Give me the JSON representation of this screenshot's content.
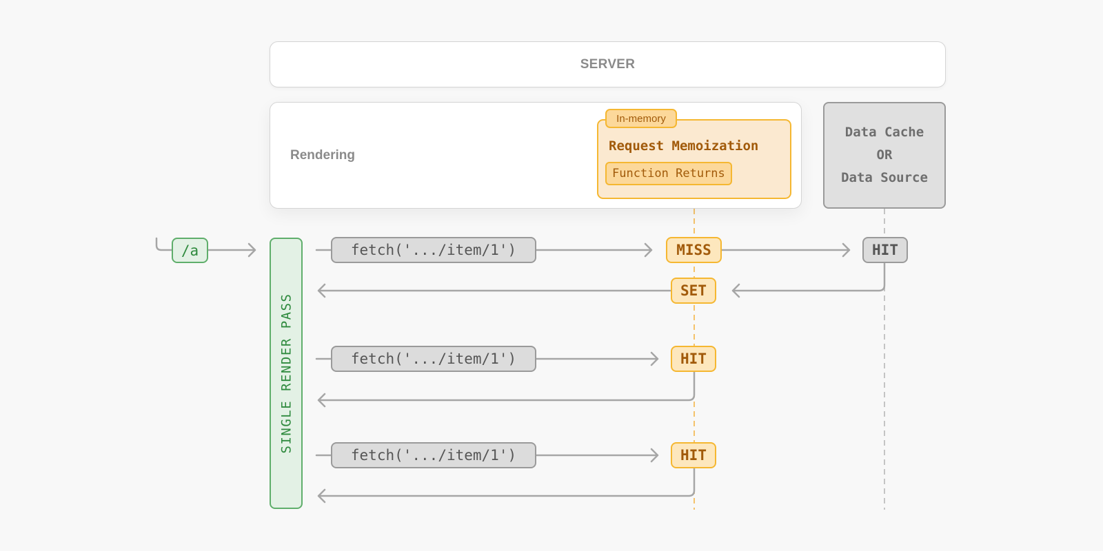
{
  "server": {
    "label": "SERVER"
  },
  "rendering": {
    "label": "Rendering"
  },
  "memoization": {
    "badge": "In-memory",
    "title": "Request Memoization",
    "inner": "Function Returns"
  },
  "data_cache": {
    "lines": [
      "Data Cache",
      "OR",
      "Data Source"
    ]
  },
  "render_pass": {
    "label": "SINGLE RENDER PASS"
  },
  "route": {
    "label": "/a"
  },
  "requests": [
    {
      "fetch": "fetch('.../item/1')",
      "memo_status": "MISS",
      "data_status": "HIT",
      "return_status": "SET"
    },
    {
      "fetch": "fetch('.../item/1')",
      "memo_status": "HIT"
    },
    {
      "fetch": "fetch('.../item/1')",
      "memo_status": "HIT"
    }
  ],
  "colors": {
    "memo_accent": "#f5b731",
    "render_pass_accent": "#5fae6b",
    "neutral_border": "#9a9a9a"
  }
}
